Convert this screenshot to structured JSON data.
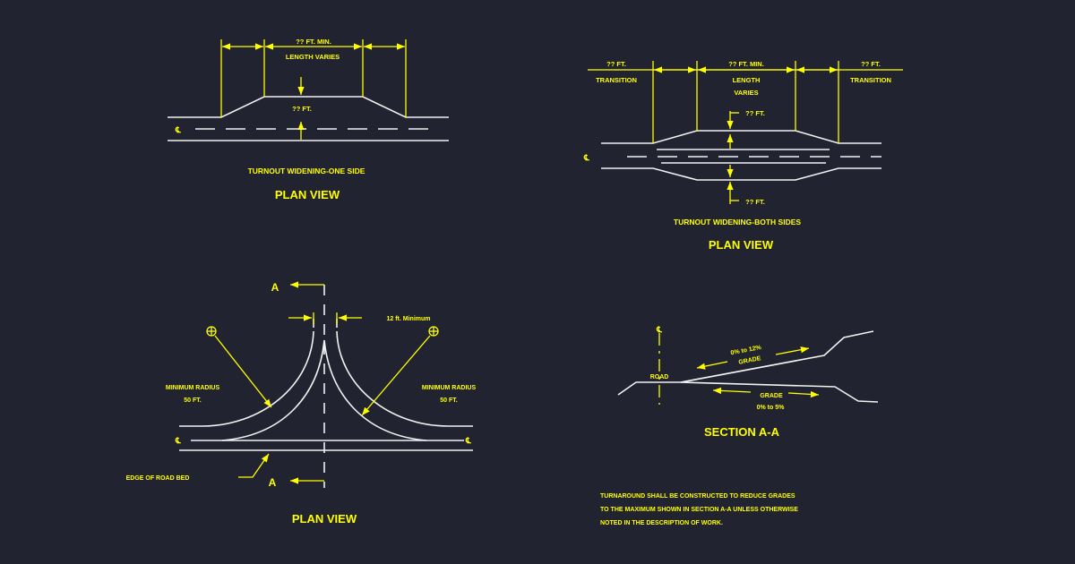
{
  "colors": {
    "background": "#212430",
    "lines": "#f2f2f2",
    "annotation": "#ffff00"
  },
  "one_side": {
    "top_label": "?? FT. MIN.",
    "length_label": "LENGTH VARIES",
    "width_label": "?? FT.",
    "caption": "TURNOUT WIDENING-ONE SIDE",
    "view_label": "PLAN VIEW"
  },
  "both_sides": {
    "left_top": "?? FT.",
    "left_bottom": "TRANSITION",
    "center_top": "?? FT. MIN.",
    "center_mid": "LENGTH",
    "center_bottom": "VARIES",
    "right_top": "?? FT.",
    "right_bottom": "TRANSITION",
    "width_top": "?? FT.",
    "width_bottom": "?? FT.",
    "caption": "TURNOUT WIDENING-BOTH SIDES",
    "view_label": "PLAN VIEW"
  },
  "turnaround": {
    "section_a_top": "A",
    "section_a_bottom": "A",
    "min_label": "12 ft. Minimum",
    "radius_left_1": "MINIMUM RADIUS",
    "radius_left_2": "50 FT.",
    "radius_right_1": "MINIMUM RADIUS",
    "radius_right_2": "50 FT.",
    "edge_label": "EDGE OF ROAD BED",
    "view_label": "PLAN VIEW"
  },
  "section": {
    "road_label": "ROAD",
    "upper_grade_1": "0% to 12%",
    "upper_grade_2": "GRADE",
    "lower_grade_1": "GRADE",
    "lower_grade_2": "0% to 5%",
    "title": "SECTION A-A"
  },
  "note": {
    "line1": "TURNAROUND SHALL BE CONSTRUCTED TO REDUCE GRADES",
    "line2": "TO THE MAXIMUM SHOWN IN SECTION A-A UNLESS OTHERWISE",
    "line3": "NOTED IN THE DESCRIPTION OF WORK."
  }
}
